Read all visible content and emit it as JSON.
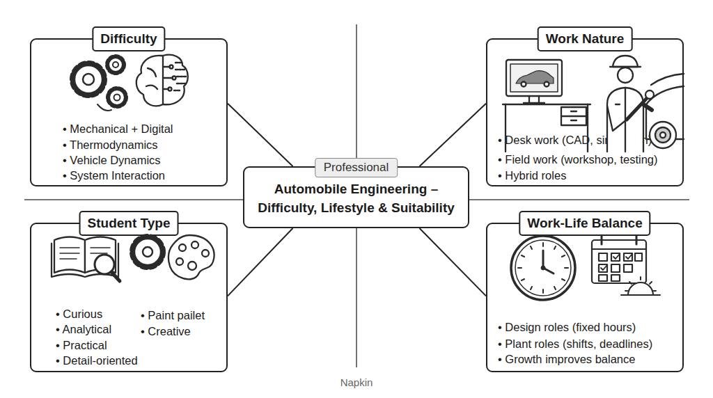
{
  "diagram": {
    "nodes": [
      {
        "text": [
          "Difficulty",
          "• Mechanical + Digital",
          "• Thermodynamics",
          "• Vehicle Dynamics",
          "• System Interaction"
        ]
      },
      {
        "text": [
          "Work Nature",
          "• Desk work (CAD, simulation)",
          "• Field work (workshop, testing)",
          "• Hybrid roles"
        ]
      },
      {
        "text": [
          "Professional",
          "Automobile Engineering – Difficulty, Lifestyle & Suitability"
        ]
      },
      {
        "text": [
          "Student Type",
          "• Curious",
          "• Analytical",
          "• Practical",
          "• Detail-oriented",
          "• Paint pailet",
          "• Creative"
        ]
      },
      {
        "text": [
          "Work-Life Balance",
          "• Design roles (fixed hours)",
          "• Plant roles (shifts, deadlines)",
          "• Growth improves balance"
        ]
      }
    ],
    "edges": [
      {
        "from": 2,
        "to": 0,
        "arrow": "none"
      },
      {
        "from": 2,
        "to": 1,
        "arrow": "none"
      },
      {
        "from": 2,
        "to": 3,
        "arrow": "none"
      },
      {
        "from": 2,
        "to": 4,
        "arrow": "none"
      }
    ],
    "labels": [
      "Napkin"
    ]
  }
}
